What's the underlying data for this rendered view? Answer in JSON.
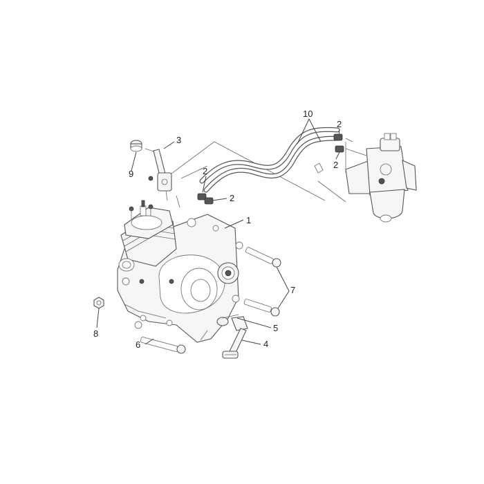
{
  "callouts": {
    "c1": "1",
    "c2a": "2",
    "c2b": "2",
    "c2c": "2",
    "c2d": "2",
    "c3": "3",
    "c4": "4",
    "c5": "5",
    "c6": "6",
    "c7": "7",
    "c8": "8",
    "c9": "9",
    "c10": "10"
  }
}
